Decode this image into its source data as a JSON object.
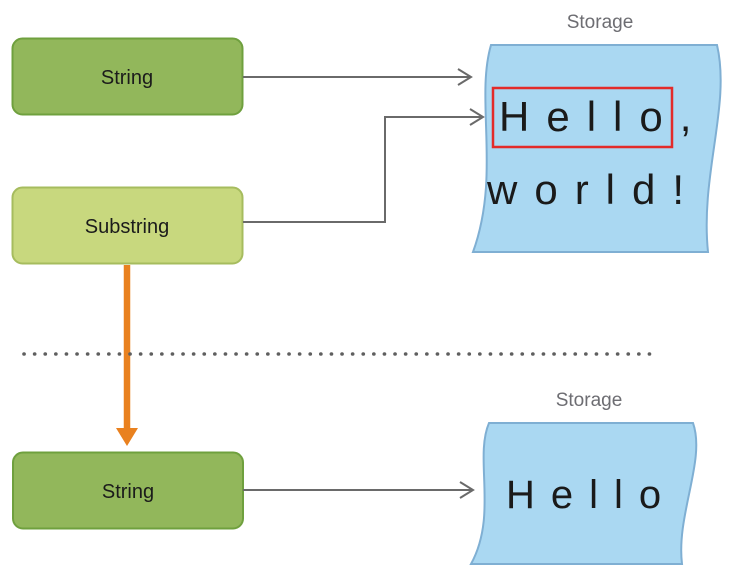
{
  "top_section": {
    "string_box_label": "String",
    "substring_box_label": "Substring",
    "storage_label": "Storage",
    "storage_line1": "Hello,",
    "storage_line2": "world!",
    "highlighted_text": "Hello"
  },
  "bottom_section": {
    "string_box_label": "String",
    "storage_label": "Storage",
    "storage_text": "Hello"
  },
  "colors": {
    "string_box_fill": "#92b75b",
    "string_box_border": "#6fa03e",
    "substring_box_fill": "#c8d87e",
    "substring_box_border": "#a6bc5e",
    "storage_fill": "#aad8f2",
    "storage_border": "#7fafd3",
    "highlight_red": "#e32b2a",
    "pointer_arrow_gray": "#6a6a6a",
    "transform_arrow_orange": "#e9811f",
    "storage_label_gray": "#6d6d72",
    "divider_dot_gray": "#5f5f5f",
    "text_black": "#1a1a1a"
  }
}
